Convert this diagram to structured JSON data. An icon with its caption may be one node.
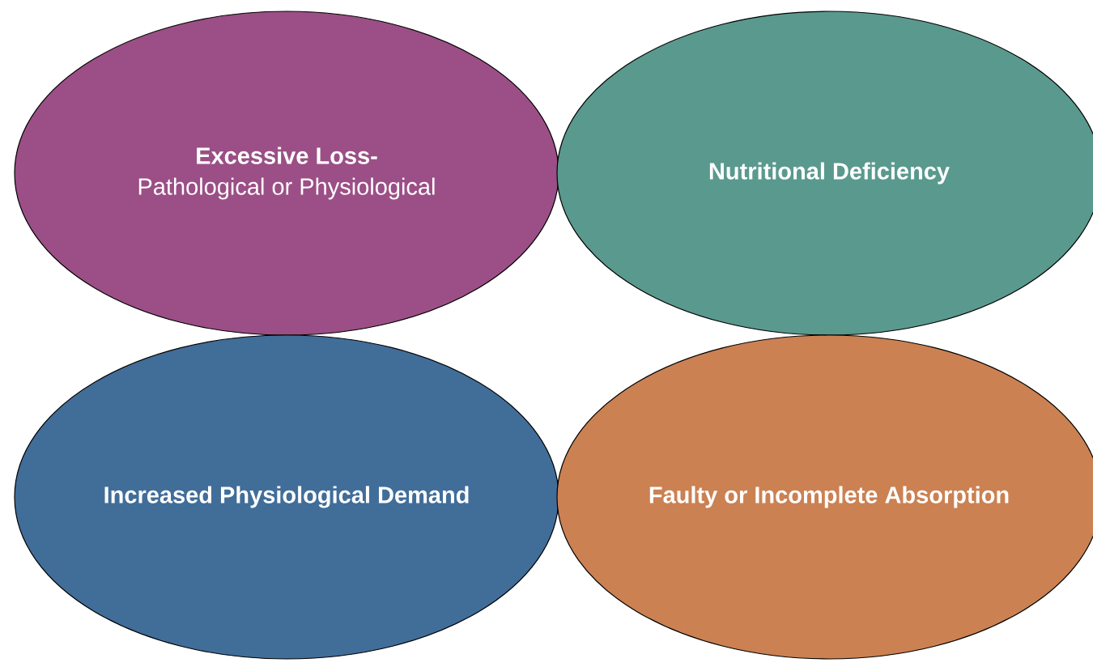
{
  "diagram": {
    "nodes": [
      {
        "text": [
          "Excessive Loss-",
          "Pathological or Physiological"
        ]
      },
      {
        "text": [
          "Nutritional Deficiency"
        ]
      },
      {
        "text": [
          "Increased Physiological Demand"
        ]
      },
      {
        "text": [
          "Faulty or Incomplete Absorption"
        ]
      }
    ]
  }
}
